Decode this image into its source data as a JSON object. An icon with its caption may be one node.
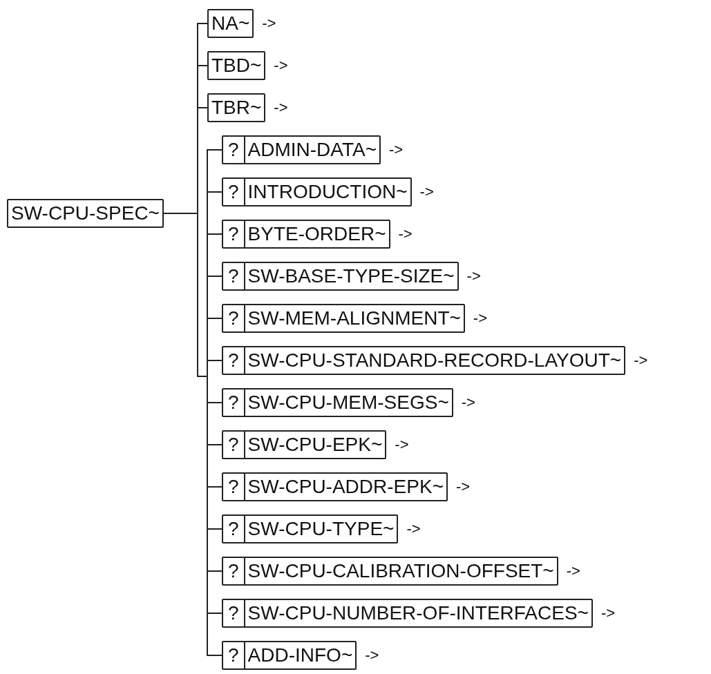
{
  "diagram": {
    "nodes": [
      {
        "text": [
          "SW-CPU-SPEC~"
        ]
      },
      {
        "text": [
          "NA~"
        ],
        "beside": [
          "->"
        ]
      },
      {
        "text": [
          "TBD~"
        ],
        "beside": [
          "->"
        ]
      },
      {
        "text": [
          "TBR~"
        ],
        "beside": [
          "->"
        ]
      },
      {
        "text": [
          "?",
          "ADMIN-DATA~"
        ],
        "beside": [
          "->"
        ]
      },
      {
        "text": [
          "?",
          "INTRODUCTION~"
        ],
        "beside": [
          "->"
        ]
      },
      {
        "text": [
          "?",
          "BYTE-ORDER~"
        ],
        "beside": [
          "->"
        ]
      },
      {
        "text": [
          "?",
          "SW-BASE-TYPE-SIZE~"
        ],
        "beside": [
          "->"
        ]
      },
      {
        "text": [
          "?",
          "SW-MEM-ALIGNMENT~"
        ],
        "beside": [
          "->"
        ]
      },
      {
        "text": [
          "?",
          "SW-CPU-STANDARD-RECORD-LAYOUT~"
        ],
        "beside": [
          "->"
        ]
      },
      {
        "text": [
          "?",
          "SW-CPU-MEM-SEGS~"
        ],
        "beside": [
          "->"
        ]
      },
      {
        "text": [
          "?",
          "SW-CPU-EPK~"
        ],
        "beside": [
          "->"
        ]
      },
      {
        "text": [
          "?",
          "SW-CPU-ADDR-EPK~"
        ],
        "beside": [
          "->"
        ]
      },
      {
        "text": [
          "?",
          "SW-CPU-TYPE~"
        ],
        "beside": [
          "->"
        ]
      },
      {
        "text": [
          "?",
          "SW-CPU-CALIBRATION-OFFSET~"
        ],
        "beside": [
          "->"
        ]
      },
      {
        "text": [
          "?",
          "SW-CPU-NUMBER-OF-INTERFACES~"
        ],
        "beside": [
          "->"
        ]
      },
      {
        "text": [
          "?",
          "ADD-INFO~"
        ],
        "beside": [
          "->"
        ]
      }
    ],
    "edges": [
      {
        "from": 0,
        "to": 1,
        "arrow": "none"
      },
      {
        "from": 0,
        "to": 2,
        "arrow": "none"
      },
      {
        "from": 0,
        "to": 3,
        "arrow": "none"
      },
      {
        "from": 0,
        "to": 4,
        "arrow": "none"
      },
      {
        "from": 0,
        "to": 5,
        "arrow": "none"
      },
      {
        "from": 0,
        "to": 6,
        "arrow": "none"
      },
      {
        "from": 0,
        "to": 7,
        "arrow": "none"
      },
      {
        "from": 0,
        "to": 8,
        "arrow": "none"
      },
      {
        "from": 0,
        "to": 9,
        "arrow": "none"
      },
      {
        "from": 0,
        "to": 10,
        "arrow": "none"
      },
      {
        "from": 0,
        "to": 11,
        "arrow": "none"
      },
      {
        "from": 0,
        "to": 12,
        "arrow": "none"
      },
      {
        "from": 0,
        "to": 13,
        "arrow": "none"
      },
      {
        "from": 0,
        "to": 14,
        "arrow": "none"
      },
      {
        "from": 0,
        "to": 15,
        "arrow": "none"
      },
      {
        "from": 0,
        "to": 16,
        "arrow": "none"
      }
    ]
  }
}
